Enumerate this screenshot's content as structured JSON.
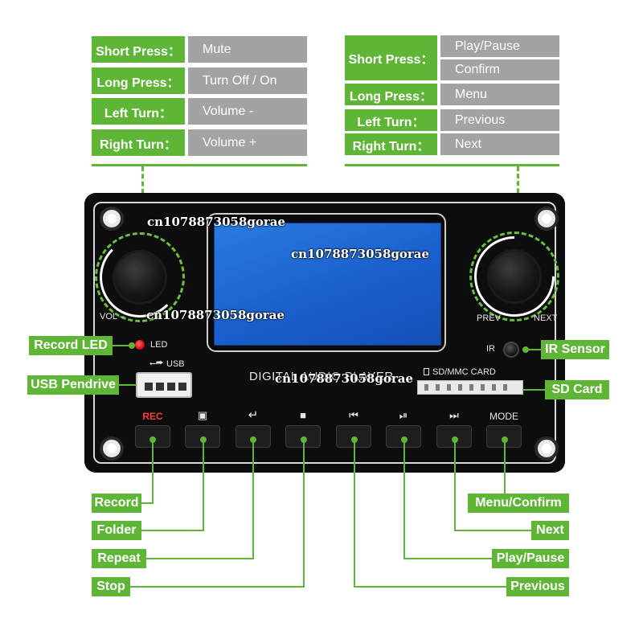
{
  "left_knob_table": {
    "rows": [
      {
        "action": "Short Press：",
        "result": "Mute"
      },
      {
        "action": "Long Press：",
        "result": "Turn Off / On"
      },
      {
        "action": "Left Turn：",
        "result": "Volume -"
      },
      {
        "action": "Right Turn：",
        "result": "Volume +"
      }
    ]
  },
  "right_knob_table": {
    "short_press": {
      "action": "Short Press：",
      "results": [
        "Play/Pause",
        "Confirm"
      ]
    },
    "rows": [
      {
        "action": "Long Press：",
        "result": "Menu"
      },
      {
        "action": "Left Turn：",
        "result": "Previous"
      },
      {
        "action": "Right Turn：",
        "result": "Next"
      }
    ]
  },
  "board": {
    "left_knob_label": "VOL –",
    "right_knob_labels": {
      "prev": "PREV",
      "next": "NEXT"
    },
    "led_label": "LED",
    "usb_label": "USB",
    "usb_symbol": "⭠⮫",
    "sd_label": "SD/MMC CARD",
    "ir_label": "IR",
    "title": "DIGITAL AUDIO PLAYER",
    "buttons": [
      {
        "label": "REC",
        "icon": "rec-text"
      },
      {
        "label": "▣",
        "icon": "folder-icon"
      },
      {
        "label": "↵",
        "icon": "repeat-icon"
      },
      {
        "label": "■",
        "icon": "stop-icon"
      },
      {
        "label": "⏮",
        "icon": "previous-icon"
      },
      {
        "label": "⏯",
        "icon": "play-pause-icon"
      },
      {
        "label": "⏭",
        "icon": "next-icon"
      },
      {
        "label": "MODE",
        "icon": "mode-text"
      }
    ],
    "watermark": "cn1078873058gorae"
  },
  "callouts": {
    "record_led": "Record LED",
    "usb_pendrive": "USB Pendrive",
    "ir_sensor": "IR Sensor",
    "sd_card": "SD Card",
    "record": "Record",
    "folder": "Folder",
    "repeat": "Repeat",
    "stop": "Stop",
    "menu_confirm": "Menu/Confirm",
    "next": "Next",
    "play_pause": "Play/Pause",
    "previous": "Previous"
  },
  "colors": {
    "accent_green": "#5fb536",
    "label_grey": "#a3a3a3",
    "board_black": "#0d0d0d",
    "lcd_blue": "#1a5fcc",
    "led_red": "#d10000"
  }
}
